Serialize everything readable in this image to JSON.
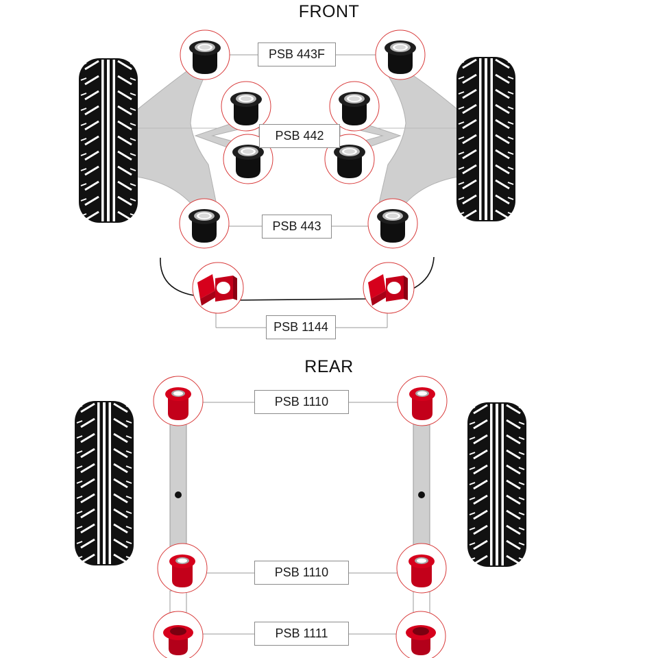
{
  "front": {
    "title": "FRONT",
    "labels": {
      "upper_rear": "PSB 443F",
      "inner": "PSB 442",
      "lower": "PSB 443",
      "anti_roll_bar": "PSB 1144"
    }
  },
  "rear": {
    "title": "REAR",
    "labels": {
      "top": "PSB 1110",
      "middle": "PSB 1110",
      "bottom": "PSB 1111"
    }
  },
  "colors": {
    "accent": "#d6001c",
    "bushing_black": "#141414",
    "bushing_red": "#d6001c",
    "arm_gray": "#cfcfcf",
    "tyre_black": "#111111"
  },
  "icons": [
    "tyre-icon",
    "black-bushing-icon",
    "red-bushing-icon",
    "anti-roll-bar-bush-icon"
  ]
}
